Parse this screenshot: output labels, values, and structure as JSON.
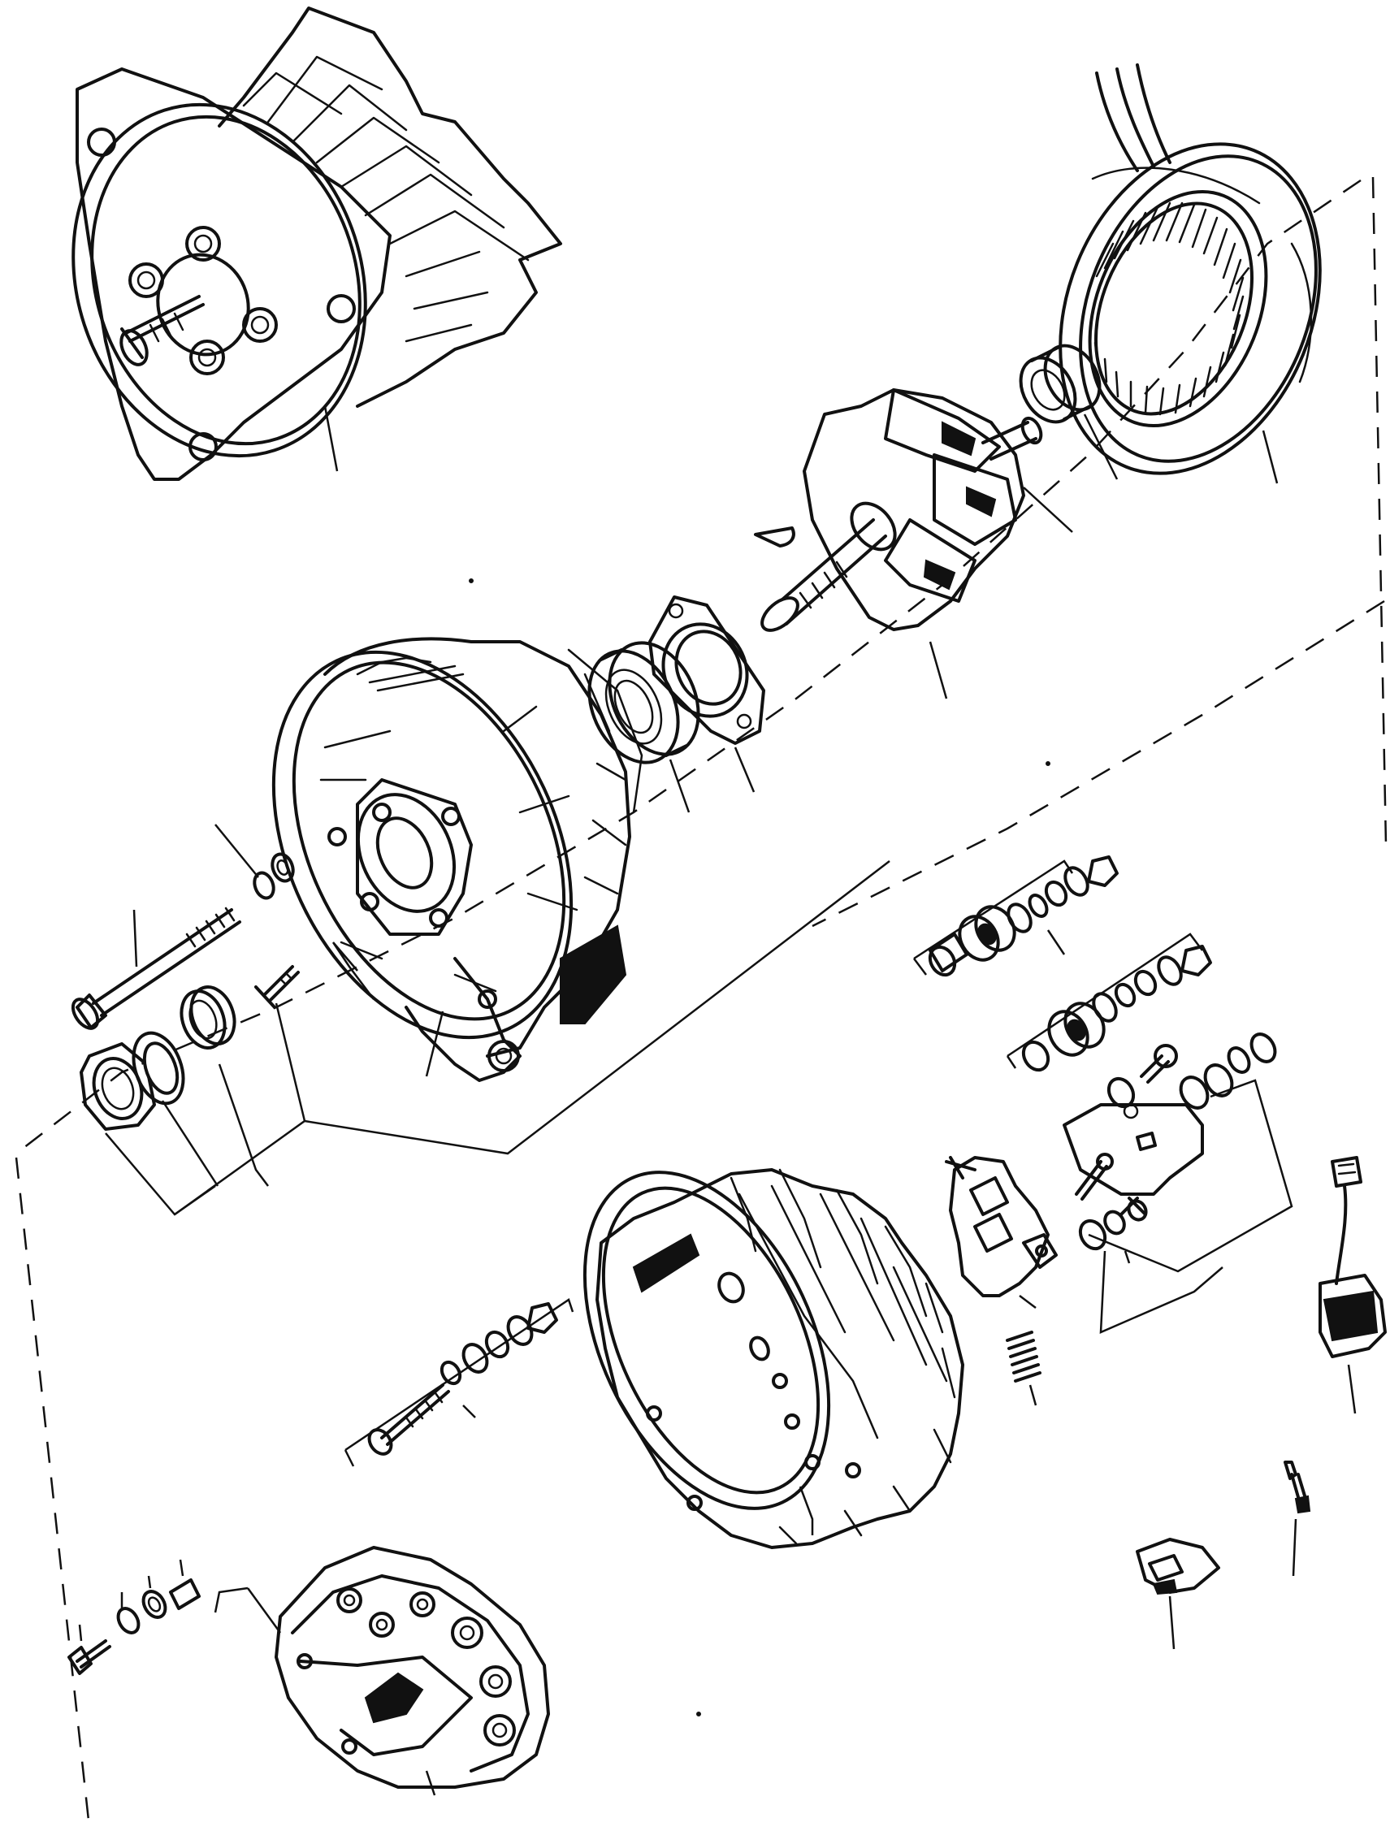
{
  "diagram": {
    "kind": "exploded parts view, vehicle alternator",
    "colors": {
      "ink": "#111111",
      "paper": "#ffffff"
    },
    "parts": [
      "drive-end-housing-with-fan",
      "stator-winding",
      "rotor",
      "needle-bearing",
      "woodruff-key",
      "bearing-retainer-plate",
      "ball-bearing",
      "drive-end-frame",
      "through-bolt",
      "pulley-nut",
      "lock-washer",
      "spacer",
      "countersunk-screw",
      "slip-ring-end-housing",
      "terminal-hardware-kit-upper",
      "terminal-hardware-kit-lower",
      "brush-holder",
      "brush-spring",
      "regulator-plate",
      "capacitor-with-lead",
      "rectifier-bridge",
      "terminal-bolt-kit",
      "rectifier-screw-kit",
      "connector-plug",
      "cable-terminal"
    ]
  }
}
